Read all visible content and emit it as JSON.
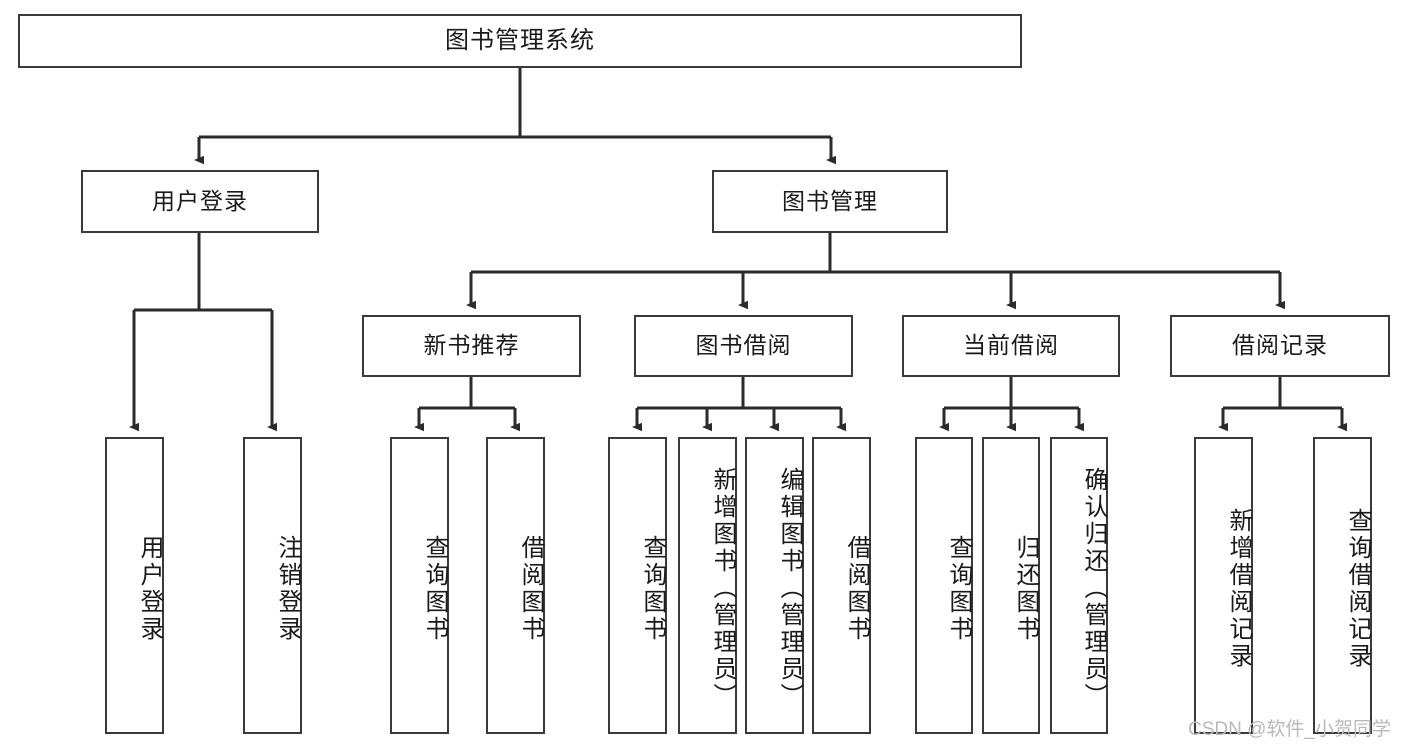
{
  "diagram": {
    "title": "图书管理系统",
    "type": "hierarchy-tree",
    "watermark": "CSDN @软件_小贺同学",
    "colors": {
      "box_border": "#3a3a3a",
      "box_fill": "#ffffff",
      "edge": "#2b2b2b",
      "text": "#1a1a1a",
      "watermark": "#b9b9b9"
    },
    "levels": [
      {
        "level": 1,
        "nodes": [
          {
            "id": "root",
            "label": "图书管理系统",
            "orientation": "horizontal"
          }
        ]
      },
      {
        "level": 2,
        "nodes": [
          {
            "id": "login",
            "label": "用户登录",
            "orientation": "horizontal"
          },
          {
            "id": "bookmgmt",
            "label": "图书管理",
            "orientation": "horizontal"
          }
        ]
      },
      {
        "level": 3,
        "nodes": [
          {
            "id": "newbook",
            "label": "新书推荐",
            "orientation": "horizontal"
          },
          {
            "id": "borrow",
            "label": "图书借阅",
            "orientation": "horizontal"
          },
          {
            "id": "current",
            "label": "当前借阅",
            "orientation": "horizontal"
          },
          {
            "id": "record",
            "label": "借阅记录",
            "orientation": "horizontal"
          }
        ]
      },
      {
        "level": 4,
        "nodes": [
          {
            "id": "leaf-1",
            "label": "用户登录",
            "orientation": "vertical",
            "parent": "login"
          },
          {
            "id": "leaf-2",
            "label": "注销登录",
            "orientation": "vertical",
            "parent": "login"
          },
          {
            "id": "leaf-3",
            "label": "查询图书",
            "orientation": "vertical",
            "parent": "newbook"
          },
          {
            "id": "leaf-4",
            "label": "借阅图书",
            "orientation": "vertical",
            "parent": "newbook"
          },
          {
            "id": "leaf-5",
            "label": "查询图书",
            "orientation": "vertical",
            "parent": "borrow"
          },
          {
            "id": "leaf-6",
            "label": "新增图书（管理员）",
            "orientation": "vertical",
            "parent": "borrow"
          },
          {
            "id": "leaf-7",
            "label": "编辑图书（管理员）",
            "orientation": "vertical",
            "parent": "borrow"
          },
          {
            "id": "leaf-8",
            "label": "借阅图书",
            "orientation": "vertical",
            "parent": "borrow"
          },
          {
            "id": "leaf-9",
            "label": "查询图书",
            "orientation": "vertical",
            "parent": "current"
          },
          {
            "id": "leaf-10",
            "label": "归还图书",
            "orientation": "vertical",
            "parent": "current"
          },
          {
            "id": "leaf-11",
            "label": "确认归还（管理员）",
            "orientation": "vertical",
            "parent": "current"
          },
          {
            "id": "leaf-12",
            "label": "新增借阅记录",
            "orientation": "vertical",
            "parent": "record"
          },
          {
            "id": "leaf-13",
            "label": "查询借阅记录",
            "orientation": "vertical",
            "parent": "record"
          }
        ]
      }
    ]
  }
}
